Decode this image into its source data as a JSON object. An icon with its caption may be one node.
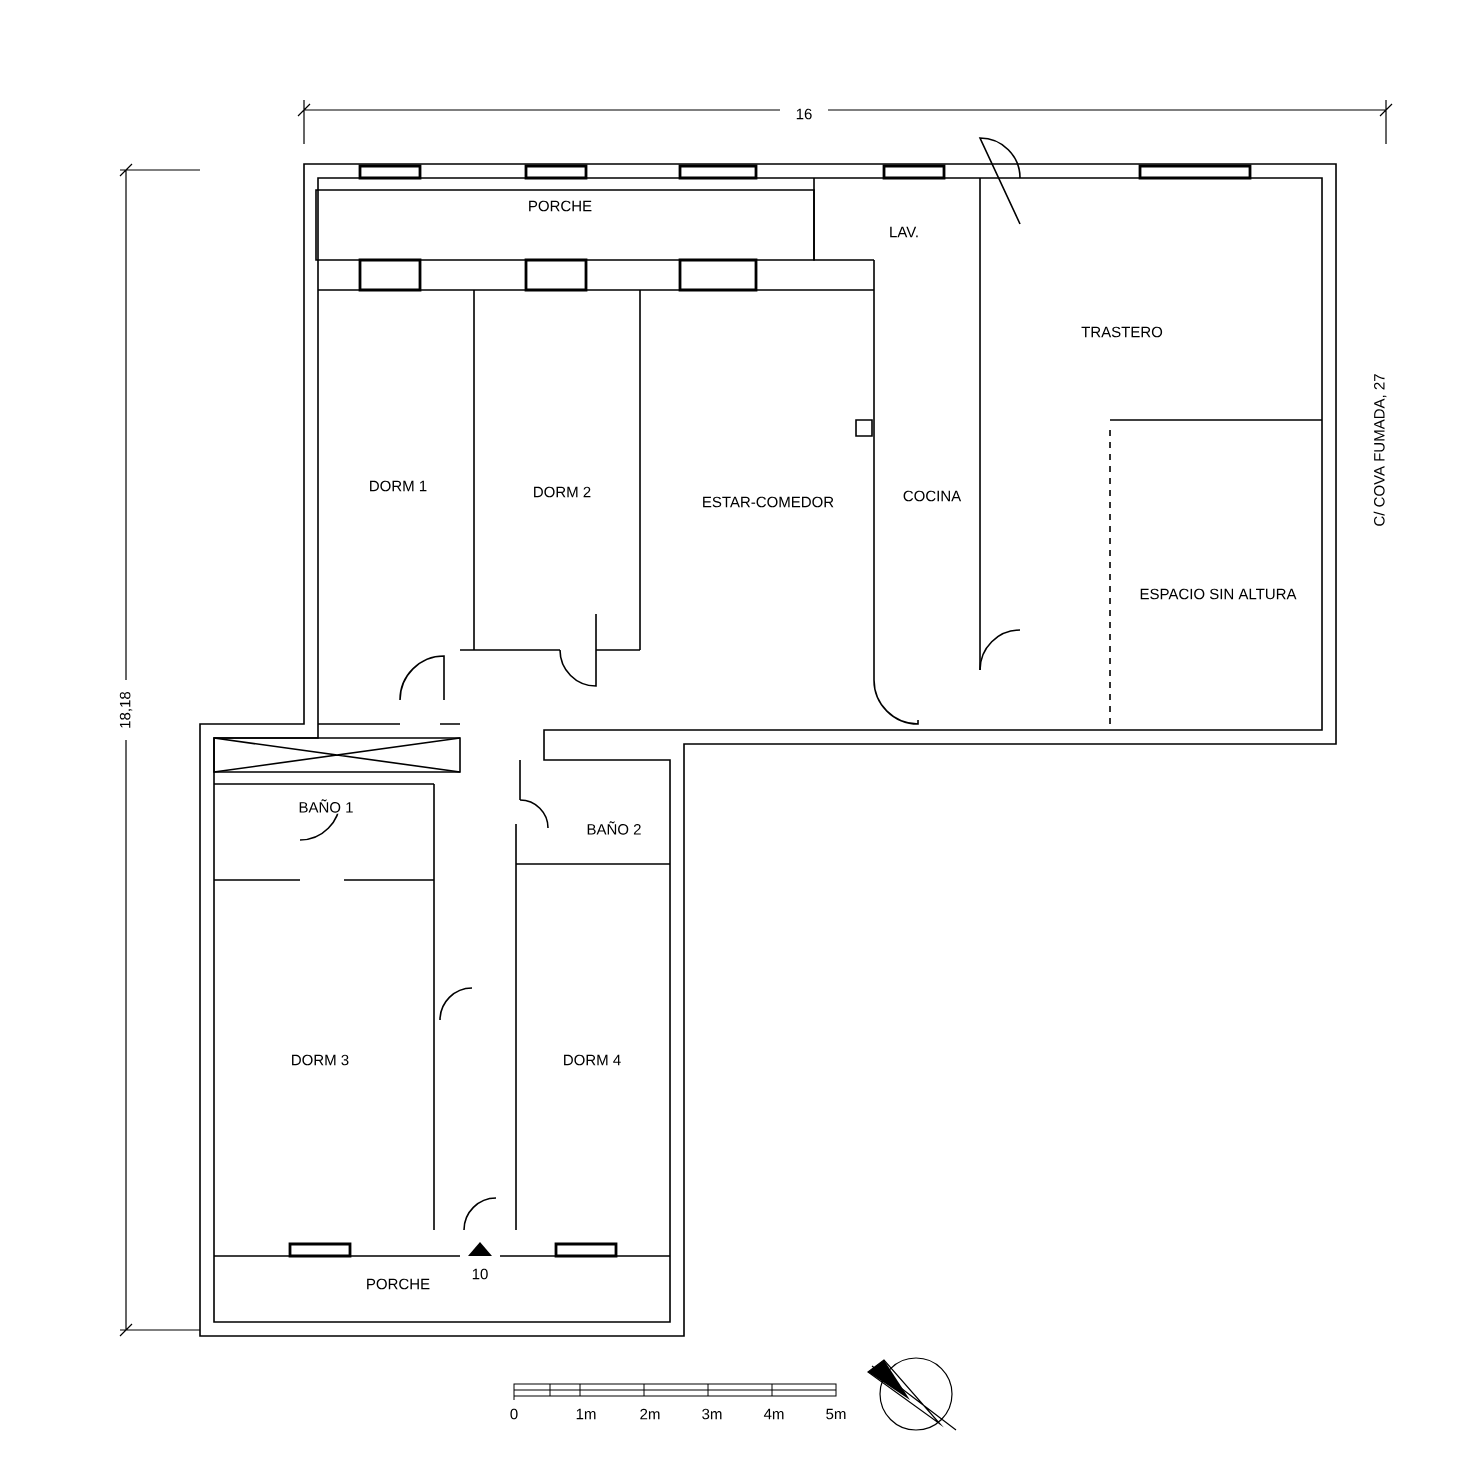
{
  "diagram": {
    "labels": [
      "16",
      "18,18",
      "PORCHE",
      "LAV.",
      "TRASTERO",
      "C/ COVA FUMADA, 27",
      "DORM 1",
      "DORM 2",
      "ESTAR-COMEDOR",
      "COCINA",
      "ESPACIO SIN ALTURA",
      "BAÑO 1",
      "BAÑO 2",
      "DORM 3",
      "DORM 4",
      "PORCHE",
      "10",
      "0",
      "1m",
      "2m",
      "3m",
      "4m",
      "5m"
    ]
  }
}
